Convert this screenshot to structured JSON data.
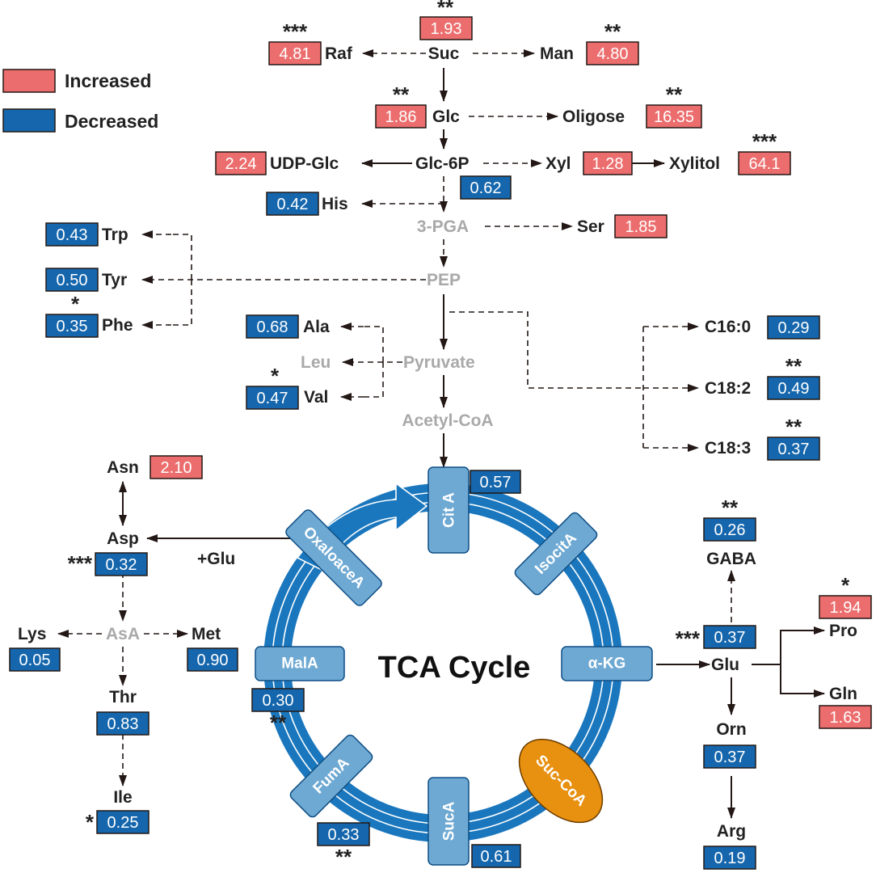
{
  "colors": {
    "increased": "#ec6d6d",
    "decreased": "#1566ac",
    "ring": "#1a77bd",
    "enzyme_box": "#6ea9d3",
    "succoa": "#e8900f",
    "inactive_text": "#a9a9a9"
  },
  "legend": {
    "increased": "Increased",
    "decreased": "Decreased"
  },
  "title": "TCA Cycle",
  "note_glu": "+Glu",
  "metabolites": {
    "suc": "Suc",
    "raf": "Raf",
    "man": "Man",
    "glc": "Glc",
    "oligose": "Oligose",
    "glc6p": "Glc-6P",
    "udpglc": "UDP-Glc",
    "xyl": "Xyl",
    "xylitol": "Xylitol",
    "his": "His",
    "pga": "3-PGA",
    "ser": "Ser",
    "trp": "Trp",
    "tyr": "Tyr",
    "pep": "PEP",
    "phe": "Phe",
    "ala": "Ala",
    "leu": "Leu",
    "pyruvate": "Pyruvate",
    "val": "Val",
    "acetylcoa": "Acetyl-CoA",
    "c160": "C16:0",
    "c182": "C18:2",
    "c183": "C18:3",
    "asn": "Asn",
    "asp": "Asp",
    "lys": "Lys",
    "asa": "AsA",
    "met": "Met",
    "thr": "Thr",
    "ile": "Ile",
    "gaba": "GABA",
    "glu": "Glu",
    "pro": "Pro",
    "gln": "Gln",
    "orn": "Orn",
    "arg": "Arg"
  },
  "enzymes": {
    "cita": "Cit A",
    "isocita": "IsocitA",
    "akg": "α-KG",
    "succoa": "Suc-CoA",
    "suca": "SucA",
    "fuma": "FumA",
    "mala": "MalA",
    "oxalo": "OxaloaceA"
  },
  "values": {
    "suc": {
      "value": "1.93",
      "change": "increased",
      "sig": "**"
    },
    "raf": {
      "value": "4.81",
      "change": "increased",
      "sig": "***"
    },
    "man": {
      "value": "4.80",
      "change": "increased",
      "sig": "**"
    },
    "glc": {
      "value": "1.86",
      "change": "increased",
      "sig": "**"
    },
    "oligose": {
      "value": "16.35",
      "change": "increased",
      "sig": "**"
    },
    "udpglc": {
      "value": "2.24",
      "change": "increased",
      "sig": ""
    },
    "xyl": {
      "value": "1.28",
      "change": "increased",
      "sig": ""
    },
    "xylitol": {
      "value": "64.1",
      "change": "increased",
      "sig": "***"
    },
    "glc6p": {
      "value": "0.62",
      "change": "decreased",
      "sig": ""
    },
    "his": {
      "value": "0.42",
      "change": "decreased",
      "sig": ""
    },
    "ser": {
      "value": "1.85",
      "change": "increased",
      "sig": ""
    },
    "trp": {
      "value": "0.43",
      "change": "decreased",
      "sig": ""
    },
    "tyr": {
      "value": "0.50",
      "change": "decreased",
      "sig": ""
    },
    "phe": {
      "value": "0.35",
      "change": "decreased",
      "sig": "*"
    },
    "ala": {
      "value": "0.68",
      "change": "decreased",
      "sig": ""
    },
    "val": {
      "value": "0.47",
      "change": "decreased",
      "sig": "*"
    },
    "c160": {
      "value": "0.29",
      "change": "decreased",
      "sig": ""
    },
    "c182": {
      "value": "0.49",
      "change": "decreased",
      "sig": "**"
    },
    "c183": {
      "value": "0.37",
      "change": "decreased",
      "sig": "**"
    },
    "cita": {
      "value": "0.57",
      "change": "decreased",
      "sig": ""
    },
    "asn": {
      "value": "2.10",
      "change": "increased",
      "sig": ""
    },
    "asp": {
      "value": "0.32",
      "change": "decreased",
      "sig": "***"
    },
    "lys": {
      "value": "0.05",
      "change": "decreased",
      "sig": ""
    },
    "met": {
      "value": "0.90",
      "change": "decreased",
      "sig": ""
    },
    "thr": {
      "value": "0.83",
      "change": "decreased",
      "sig": ""
    },
    "ile": {
      "value": "0.25",
      "change": "decreased",
      "sig": "*"
    },
    "mala": {
      "value": "0.30",
      "change": "decreased",
      "sig": "**"
    },
    "fuma": {
      "value": "0.33",
      "change": "decreased",
      "sig": "**"
    },
    "suca": {
      "value": "0.61",
      "change": "decreased",
      "sig": ""
    },
    "gaba": {
      "value": "0.26",
      "change": "decreased",
      "sig": "**"
    },
    "akg": {
      "value": "0.37",
      "change": "decreased",
      "sig": "***"
    },
    "pro": {
      "value": "1.94",
      "change": "increased",
      "sig": "*"
    },
    "gln": {
      "value": "1.63",
      "change": "increased",
      "sig": ""
    },
    "orn": {
      "value": "0.37",
      "change": "decreased",
      "sig": ""
    },
    "arg": {
      "value": "0.19",
      "change": "decreased",
      "sig": ""
    }
  }
}
